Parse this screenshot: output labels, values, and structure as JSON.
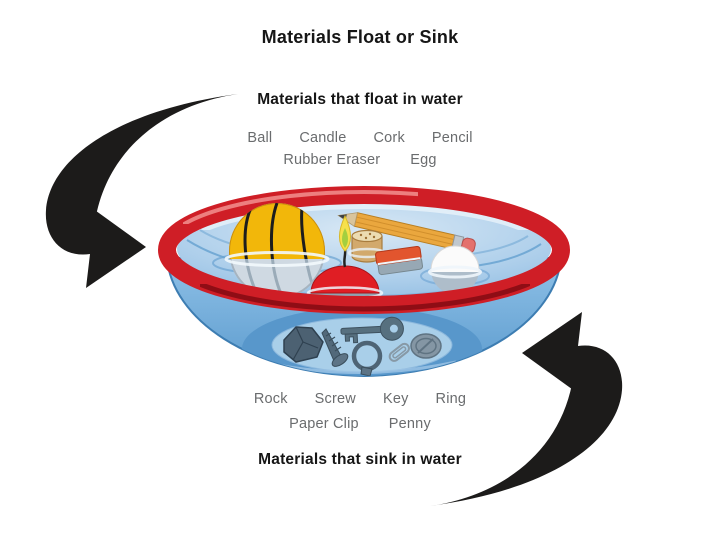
{
  "title": "Materials Float or Sink",
  "float_section": {
    "heading": "Materials that float in water",
    "items_row1": [
      "Ball",
      "Candle",
      "Cork",
      "Pencil"
    ],
    "items_row2": [
      "Rubber Eraser",
      "Egg"
    ]
  },
  "sink_section": {
    "heading": "Materials that sink in water",
    "items_row1": [
      "Rock",
      "Screw",
      "Key",
      "Ring"
    ],
    "items_row2": [
      "Paper Clip",
      "Penny"
    ]
  },
  "illustration": {
    "subject": "bowl-of-water",
    "floating_items": [
      "ball",
      "candle",
      "cork",
      "pencil",
      "rubber-eraser",
      "egg"
    ],
    "sunken_items": [
      "rock",
      "screw",
      "key",
      "ring",
      "paper-clip",
      "penny"
    ],
    "arrows": [
      "curved-arrow-left",
      "curved-arrow-right"
    ]
  },
  "colors": {
    "rim_red": "#cf1e26",
    "rim_dark_red": "#8f0d15",
    "water_light_blue": "#b5d5ee",
    "bowl_blue": "#6fa8d8",
    "bowl_bottom_blue": "#a9cfe9",
    "arrow_black": "#1c1b1a",
    "label_gray": "#6a6c6e",
    "heading_black": "#161616",
    "ball_yellow": "#f2b70a",
    "candle_red": "#e01e24",
    "cork_tan": "#d2a96c",
    "pencil_orange": "#eaa73e",
    "eraser_orange": "#e2552e",
    "sunken_gray": "#52697a"
  }
}
